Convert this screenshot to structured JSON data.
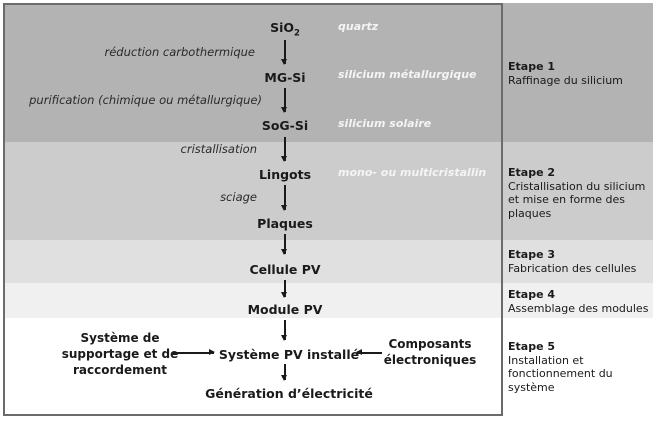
{
  "chain": {
    "nodes": [
      {
        "id": "sio2",
        "label": "SiO",
        "sub": "2"
      },
      {
        "id": "mg-si",
        "label": "MG-Si"
      },
      {
        "id": "sog-si",
        "label": "SoG-Si"
      },
      {
        "id": "lingots",
        "label": "Lingots"
      },
      {
        "id": "plaques",
        "label": "Plaques"
      },
      {
        "id": "cellule",
        "label": "Cellule PV"
      },
      {
        "id": "module",
        "label": "Module PV"
      },
      {
        "id": "systeme",
        "label": "Système PV installé"
      },
      {
        "id": "generation",
        "label": "Génération d’électricité"
      }
    ],
    "processes": [
      {
        "from": "sio2",
        "to": "mg-si",
        "label": "réduction carbothermique"
      },
      {
        "from": "mg-si",
        "to": "sog-si",
        "label": "purification (chimique ou métallurgique)"
      },
      {
        "from": "sog-si",
        "to": "lingots",
        "label": "cristallisation"
      },
      {
        "from": "lingots",
        "to": "plaques",
        "label": "sciage"
      }
    ],
    "descriptions": [
      {
        "node": "sio2",
        "label": "quartz"
      },
      {
        "node": "mg-si",
        "label": "silicium métallurgique"
      },
      {
        "node": "sog-si",
        "label": "silicium solaire"
      },
      {
        "node": "lingots",
        "label": "mono- ou multicristallin"
      }
    ],
    "inputs": {
      "left": "Système de supportage et de raccordement",
      "left_lines": [
        "Système de",
        "supportage et de",
        "raccordement"
      ],
      "right_lines": [
        "Composants",
        "électroniques"
      ]
    }
  },
  "stages": [
    {
      "title": "Etape 1",
      "lines": [
        "Raffinage du silicium"
      ]
    },
    {
      "title": "Etape 2",
      "lines": [
        "Cristallisation du silicium",
        "et mise en forme des",
        "plaques"
      ]
    },
    {
      "title": "Etape 3",
      "lines": [
        "Fabrication des cellules"
      ]
    },
    {
      "title": "Etape 4",
      "lines": [
        "Assemblage des modules"
      ]
    },
    {
      "title": "Etape 5",
      "lines": [
        "Installation et",
        "fonctionnement du",
        "système"
      ]
    }
  ],
  "colors": {
    "stage1": "#b3b3b3",
    "stage2": "#cccccc",
    "stage3": "#e0e0e0",
    "stage4": "#f0f0f0",
    "stage5": "#ffffff",
    "frame": "#6b6b6b",
    "text": "#1a1a1a"
  }
}
